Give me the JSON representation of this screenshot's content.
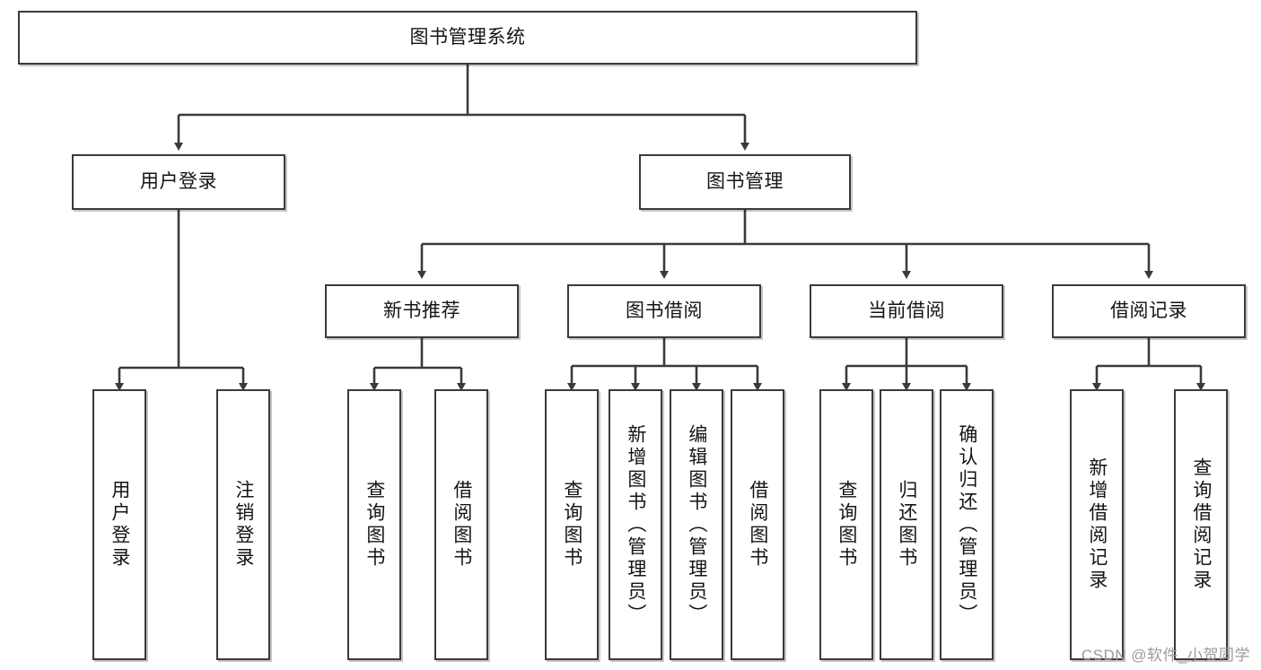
{
  "diagram": {
    "title": "图书管理系统",
    "type": "hierarchy-tree",
    "watermark": "CSDN @软件_小贺同学",
    "nodes": {
      "root": {
        "label": "图书管理系统"
      },
      "level2": [
        {
          "id": "user-login",
          "label": "用户登录"
        },
        {
          "id": "book-manage",
          "label": "图书管理"
        }
      ],
      "level3": [
        {
          "id": "new-book-rec",
          "label": "新书推荐"
        },
        {
          "id": "book-borrow",
          "label": "图书借阅"
        },
        {
          "id": "current-borrow",
          "label": "当前借阅"
        },
        {
          "id": "borrow-record",
          "label": "借阅记录"
        }
      ],
      "leaves": {
        "user-login": [
          {
            "id": "leaf-user-login",
            "label": "用户登录"
          },
          {
            "id": "leaf-logout",
            "label": "注销登录"
          }
        ],
        "new-book-rec": [
          {
            "id": "leaf-query-book-1",
            "label": "查询图书"
          },
          {
            "id": "leaf-borrow-book-1",
            "label": "借阅图书"
          }
        ],
        "book-borrow": [
          {
            "id": "leaf-query-book-2",
            "label": "查询图书"
          },
          {
            "id": "leaf-add-book",
            "label": "新增图书（管理员）"
          },
          {
            "id": "leaf-edit-book",
            "label": "编辑图书（管理员）"
          },
          {
            "id": "leaf-borrow-book-2",
            "label": "借阅图书"
          }
        ],
        "current-borrow": [
          {
            "id": "leaf-query-book-3",
            "label": "查询图书"
          },
          {
            "id": "leaf-return-book",
            "label": "归还图书"
          },
          {
            "id": "leaf-confirm-return",
            "label": "确认归还（管理员）"
          }
        ],
        "borrow-record": [
          {
            "id": "leaf-add-record",
            "label": "新增借阅记录"
          },
          {
            "id": "leaf-query-record",
            "label": "查询借阅记录"
          }
        ]
      }
    },
    "colors": {
      "border": "#3a3a3a",
      "text": "#141414",
      "background": "#ffffff",
      "watermark": "#9a9a9a"
    }
  }
}
